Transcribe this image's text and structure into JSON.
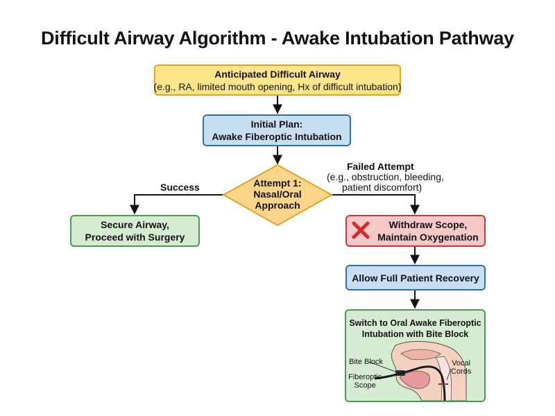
{
  "title": "Difficult Airway Algorithm - Awake Intubation Pathway",
  "nodes": {
    "start": {
      "line1": "Anticipated Difficult Airway",
      "line2": "(e.g., RA, limited mouth opening, Hx of difficult intubation)"
    },
    "plan": {
      "line1": "Initial Plan:",
      "line2": "Awake Fiberoptic Intubation"
    },
    "decision": {
      "line1": "Attempt 1:",
      "line2": "Nasal/Oral",
      "line3": "Approach"
    },
    "secure": {
      "line1": "Secure Airway,",
      "line2": "Proceed with Surgery"
    },
    "withdraw": {
      "line1": "Withdraw Scope,",
      "line2": "Maintain Oxygenation"
    },
    "recovery": {
      "line1": "Allow Full Patient Recovery"
    },
    "switch": {
      "line1": "Switch to Oral Awake Fiberoptic",
      "line2": "Intubation with Bite Block"
    }
  },
  "edges": {
    "success_label": "Success",
    "failed_label": "Failed Attempt",
    "failed_detail_line1": "(e.g., obstruction, bleeding,",
    "failed_detail_line2": "patient discomfort)"
  },
  "illustration": {
    "bite_block_label": "Bite Block",
    "fiberoptic_label_line1": "Fiberoptic",
    "fiberoptic_label_line2": "Scope",
    "vocal_label_line1": "Vocal",
    "vocal_label_line2": "Cords"
  },
  "colors": {
    "yellow_fill": "#fce48a",
    "yellow_border": "#e0a520",
    "blue_fill": "#c8def3",
    "blue_border": "#2f6fae",
    "green_fill": "#d6ecd2",
    "green_border": "#4c9a4c",
    "red_fill": "#f6c8c8",
    "red_border": "#c43a3a",
    "decision_fill": "#fcd48a",
    "decision_border": "#e0a520",
    "arrow": "#111111"
  },
  "icons": {
    "failure_marker": "red-x-icon",
    "anatomy": "airway-cross-section-illustration"
  }
}
